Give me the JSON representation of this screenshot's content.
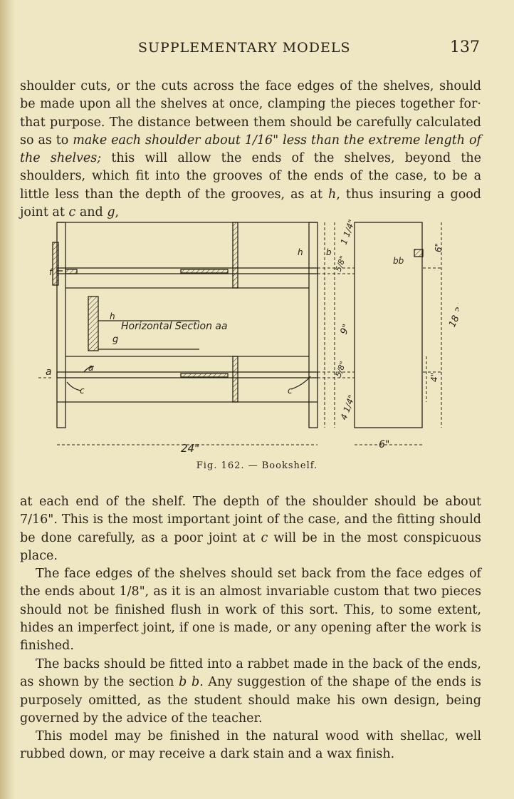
{
  "header": {
    "running_head": "SUPPLEMENTARY MODELS",
    "page_number": "137"
  },
  "paragraphs": {
    "p1_a": "shoulder cuts, or the cuts across the face edges of the shelves, should be made upon all the shelves at once, clamping the pieces together for· that purpose. The distance between them should be carefully calculated so as to ",
    "p1_b": "make each shoulder about 1/16\" less than the extreme length of the shelves;",
    "p1_c": " this will allow the ends of the shelves, beyond the shoulders, which fit into the grooves of the ends of the case, to be a little less than the depth of the grooves, as at ",
    "p1_h": "h",
    "p1_d": ", thus insuring a good joint at ",
    "p1_c_letter": "c",
    "p1_e": " and ",
    "p1_g": "g",
    "p1_f": ",",
    "p2_a": "at each end of the shelf. The depth of the shoulder should be about 7/16\". This is the most important joint of the case, and the fitting should be done carefully, as a poor joint at ",
    "p2_c": "c",
    "p2_b": " will be in the most conspicuous place.",
    "p3": "The face edges of the shelves should set back from the face edges of the ends about 1/8\", as it is an almost invariable custom that two pieces should not be finished flush in work of this sort. This, to some extent, hides an imperfect joint, if one is made, or any opening after the work is finished.",
    "p4_a": "The backs should be fitted into a rabbet made in the back of the ends, as shown by the section ",
    "p4_bb": "b b",
    "p4_b": ". Any suggestion of the shape of the ends is purposely omitted, as the student should make his own design, being governed by the advice of the teacher.",
    "p5": "This model may be finished in the natural wood with shellac, well rubbed down, or may receive a dark stain and a wax finish."
  },
  "figure": {
    "caption": "Fig. 162. — Bookshelf.",
    "labels": {
      "section": "Horizontal Section aa",
      "h_inner": "h",
      "g_inner": "g",
      "f": "f",
      "a_left": "a",
      "a_inner": "a",
      "c_left": "c",
      "c_right": "c",
      "h_right": "h",
      "b_top": "b",
      "bb": "bb",
      "dim_width": "24\"",
      "dim_depth": "6\"",
      "dim_height": "18 3/4\"",
      "dim_top": "1 1/4\"",
      "dim_upper_shelf": "5/8\"",
      "dim_gap": "9\"",
      "dim_lower_shelf": "5/8\"",
      "dim_bottom": "4 1/4\"",
      "dim_side_top": "6\"",
      "dim_side_bottom": "4\""
    }
  }
}
